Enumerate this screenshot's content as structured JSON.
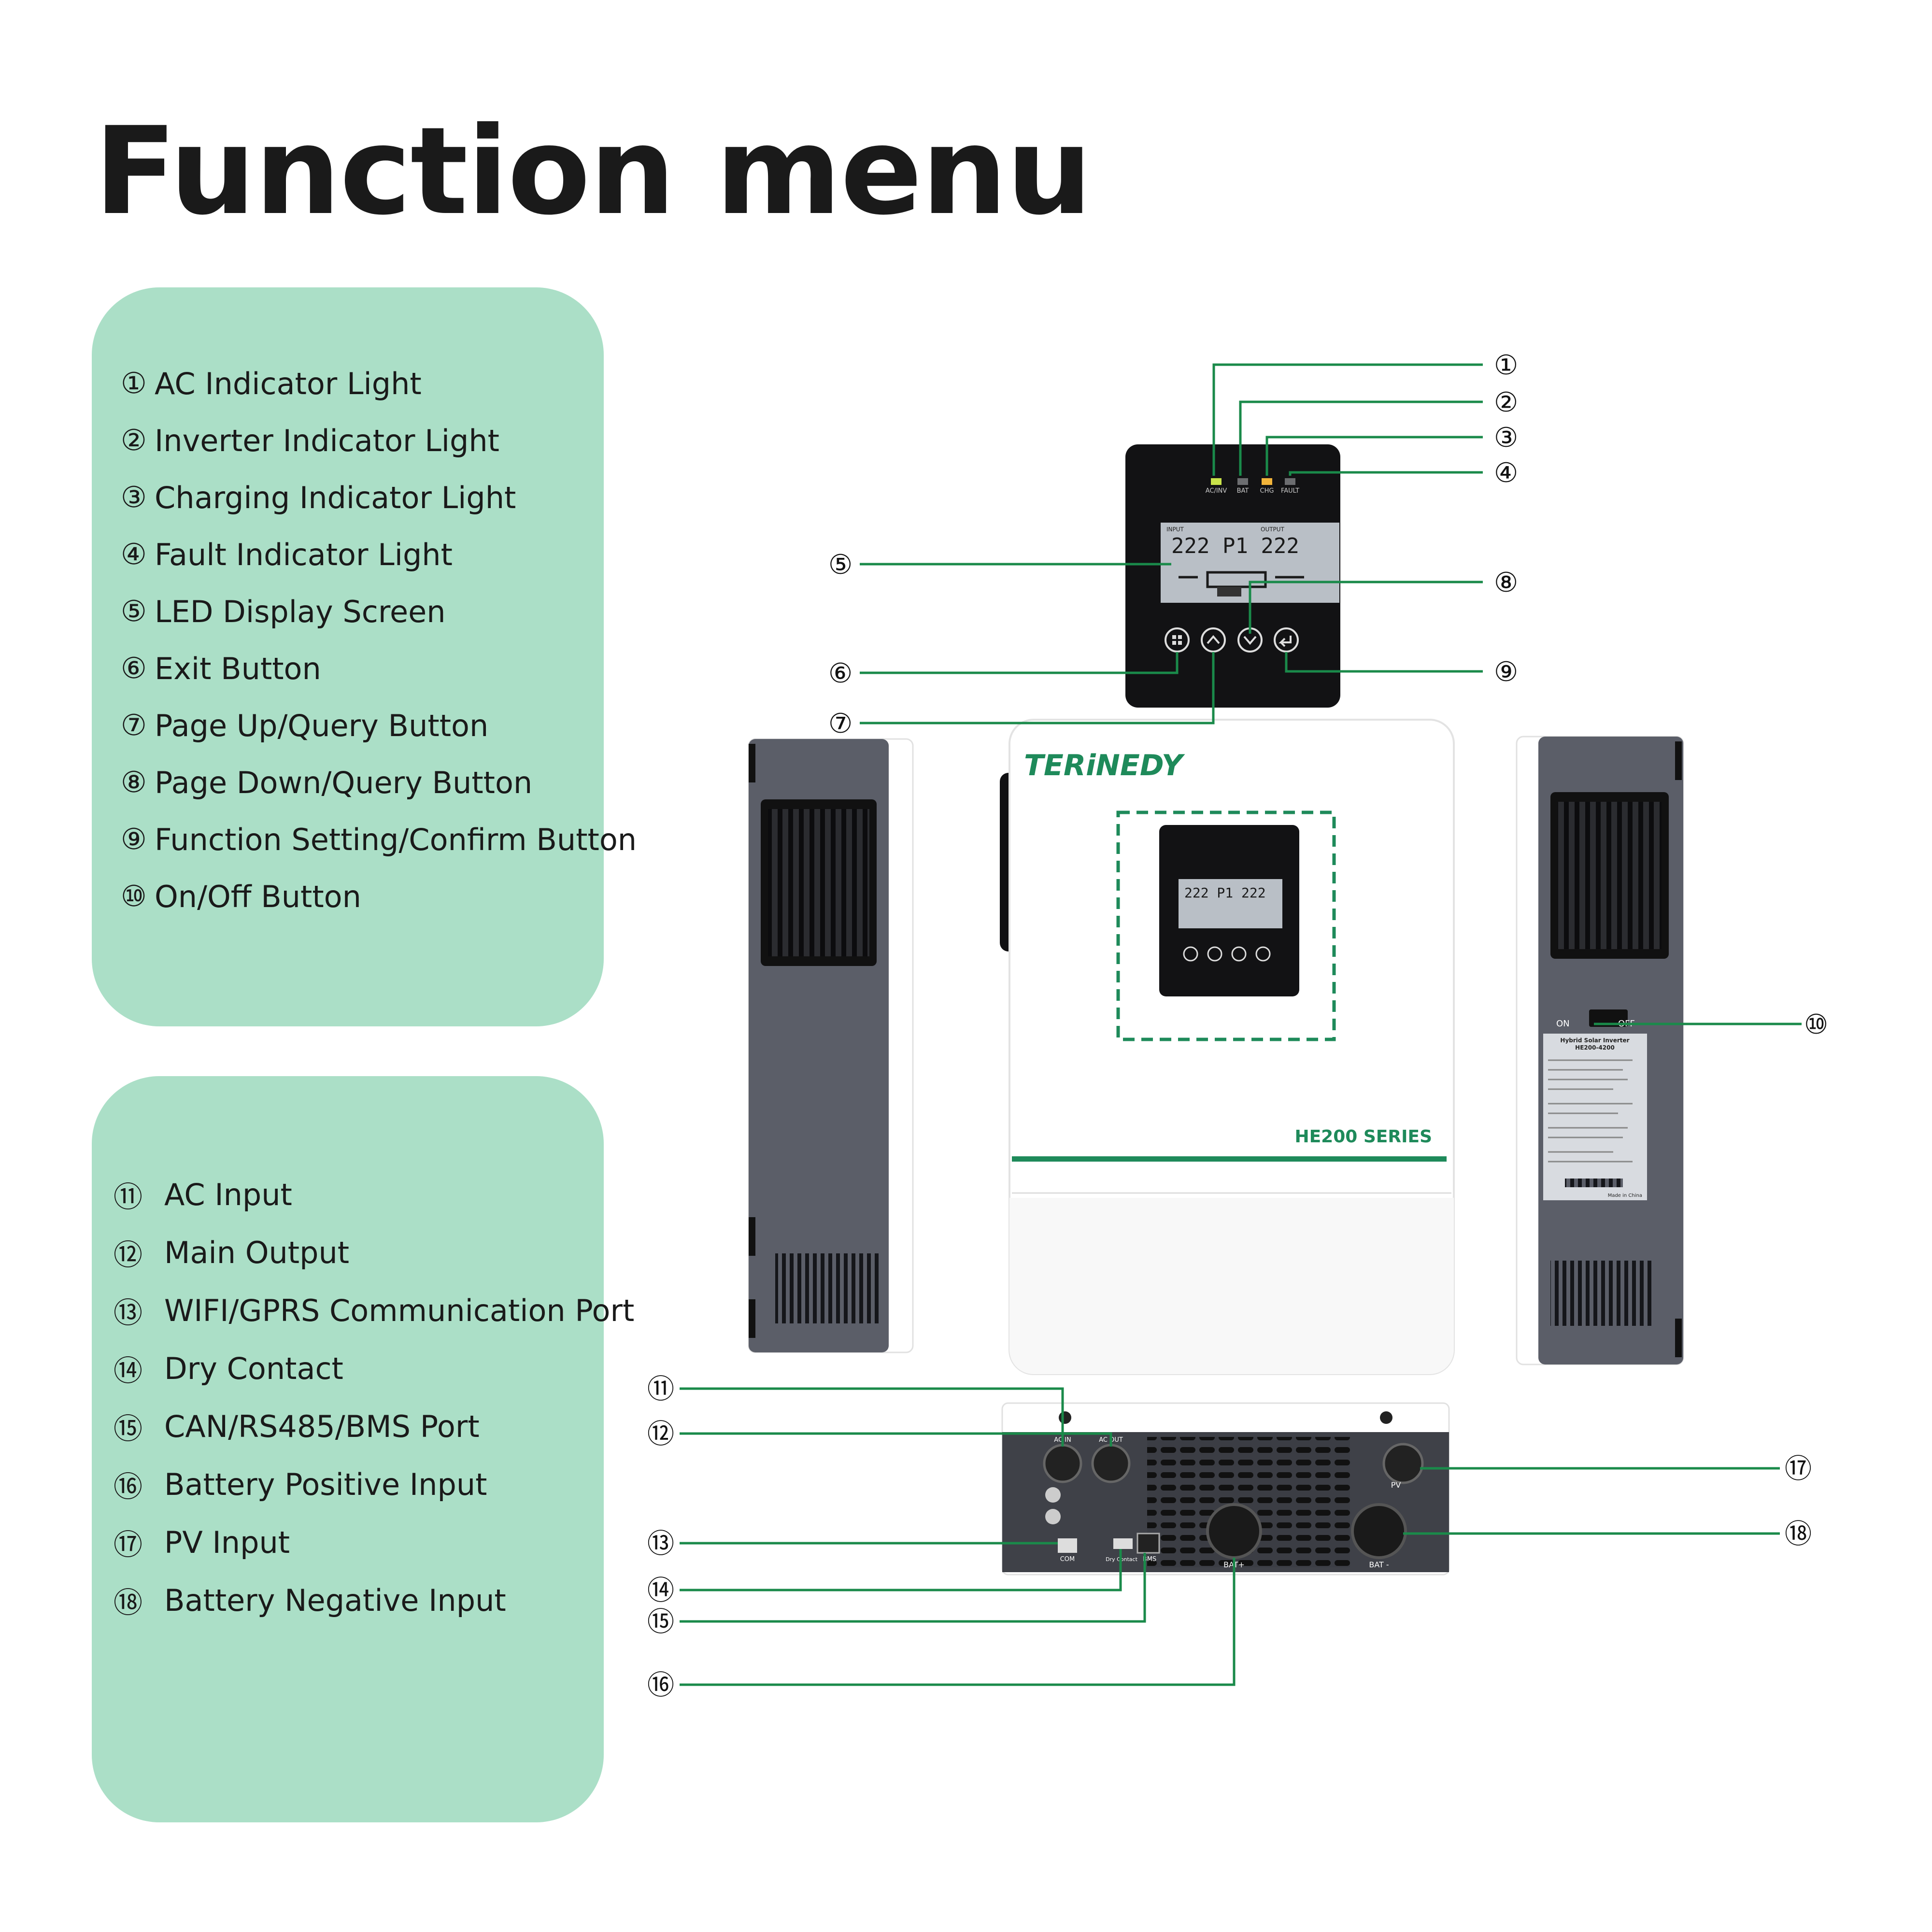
{
  "title": "Function menu",
  "colors": {
    "panel": "#abdfc7",
    "leader": "#1a8a4a",
    "accent": "#1e8a5a",
    "device_dark": "#5b5e68"
  },
  "legend_front": [
    {
      "num": "①",
      "label": "AC Indicator Light"
    },
    {
      "num": "②",
      "label": "Inverter Indicator Light"
    },
    {
      "num": "③",
      "label": "Charging Indicator Light"
    },
    {
      "num": "④",
      "label": " Fault Indicator Light"
    },
    {
      "num": "⑤",
      "label": "LED Display Screen"
    },
    {
      "num": "⑥",
      "label": " Exit Button"
    },
    {
      "num": "⑦",
      "label": "Page Up/Query Button"
    },
    {
      "num": "⑧",
      "label": "Page Down/Query Button"
    },
    {
      "num": "⑨",
      "label": "Function Setting/Confirm Button"
    },
    {
      "num": "⑩",
      "label": "On/Off Button"
    }
  ],
  "legend_bottom": [
    {
      "num": "⑪",
      "label": "AC Input"
    },
    {
      "num": "⑫",
      "label": "Main Output"
    },
    {
      "num": "⑬",
      "label": "WIFI/GPRS Communication Port"
    },
    {
      "num": "⑭",
      "label": "Dry Contact"
    },
    {
      "num": "⑮",
      "label": "CAN/RS485/BMS Port"
    },
    {
      "num": "⑯",
      "label": "Battery Positive Input"
    },
    {
      "num": "⑰",
      "label": "PV Input"
    },
    {
      "num": "⑱",
      "label": "Battery Negative Input"
    }
  ],
  "panel_labels": {
    "ac_inv": "AC/INV",
    "bat": "BAT",
    "chg": "CHG",
    "fault": "FAULT",
    "input": "INPUT",
    "output": "OUTPUT",
    "lcd_text": "222 P1 222"
  },
  "device": {
    "brand": "TERiNEDY",
    "series": "HE200 SERIES",
    "switch_on": "ON",
    "switch_off": "OFF",
    "nameplate_title": "Hybrid Solar Inverter",
    "nameplate_model": "HE200-4200",
    "made_in": "Made in China"
  },
  "bottom_labels": {
    "ac_in": "AC IN",
    "ac_out": "AC OUT",
    "pv": "PV",
    "com": "COM",
    "dry": "Dry Contact",
    "bms": "BMS",
    "bat_plus": "BAT+",
    "bat_minus": "BAT -"
  },
  "callouts": [
    "①",
    "②",
    "③",
    "④",
    "⑤",
    "⑥",
    "⑦",
    "⑧",
    "⑨",
    "⑩",
    "⑪",
    "⑫",
    "⑬",
    "⑭",
    "⑮",
    "⑯",
    "⑰",
    "⑱"
  ]
}
